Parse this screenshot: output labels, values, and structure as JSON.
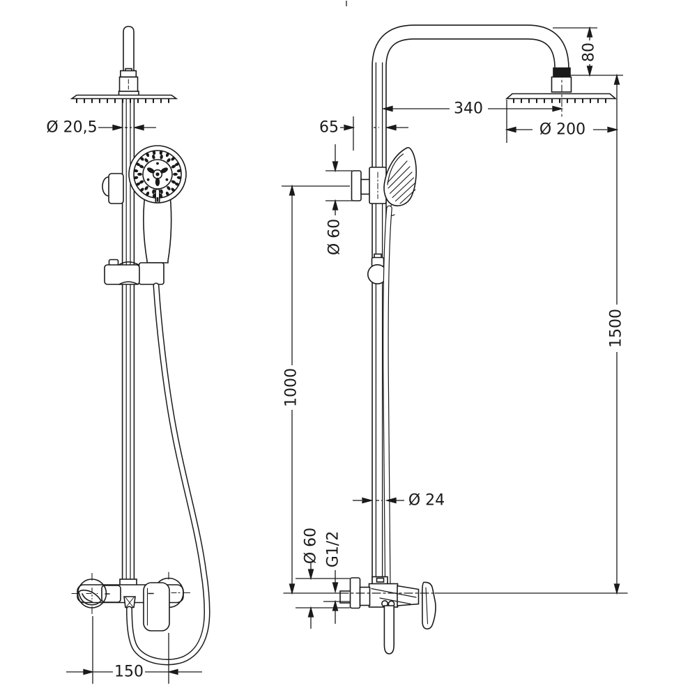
{
  "drawing": {
    "colors": {
      "line": "#1a1a1a",
      "background": "#ffffff"
    },
    "front_view": {
      "dimensions": {
        "pipe_diameter": "Ø 20,5",
        "mixer_center_distance": "150"
      }
    },
    "side_view": {
      "dimensions": {
        "wall_offset": "65",
        "arm_projection": "340",
        "head_diameter": "Ø 200",
        "head_drop": "80",
        "overall_height": "1500",
        "riser_height": "1000",
        "riser_diameter": "Ø 24",
        "bracket_flange_diameter": "Ø 60",
        "valve_flange_diameter": "Ø 60",
        "thread_size": "G1/2"
      }
    }
  }
}
